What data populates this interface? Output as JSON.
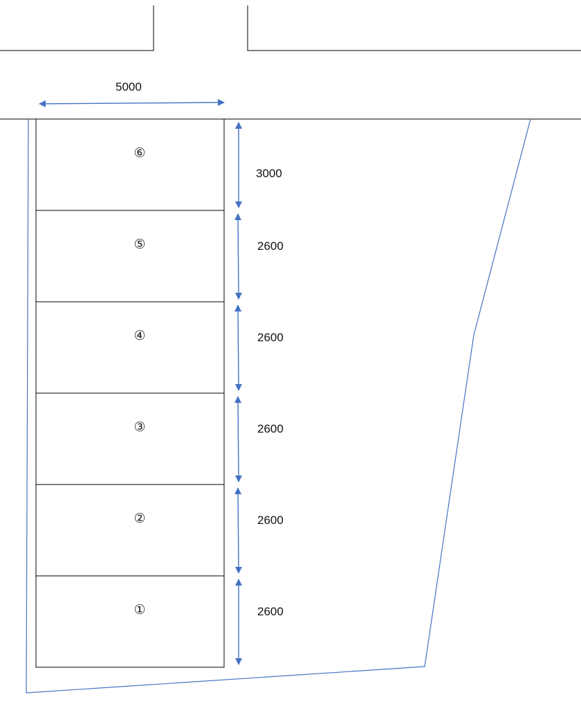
{
  "colors": {
    "line": "#000000",
    "boundary": "#4472c4",
    "arrow": "#4472c4",
    "text": "#111111"
  },
  "width_dimension": "5000",
  "lots": [
    {
      "label": "⑥",
      "depth": "3000"
    },
    {
      "label": "⑤",
      "depth": "2600"
    },
    {
      "label": "④",
      "depth": "2600"
    },
    {
      "label": "③",
      "depth": "2600"
    },
    {
      "label": "②",
      "depth": "2600"
    },
    {
      "label": "①",
      "depth": "2600"
    }
  ]
}
